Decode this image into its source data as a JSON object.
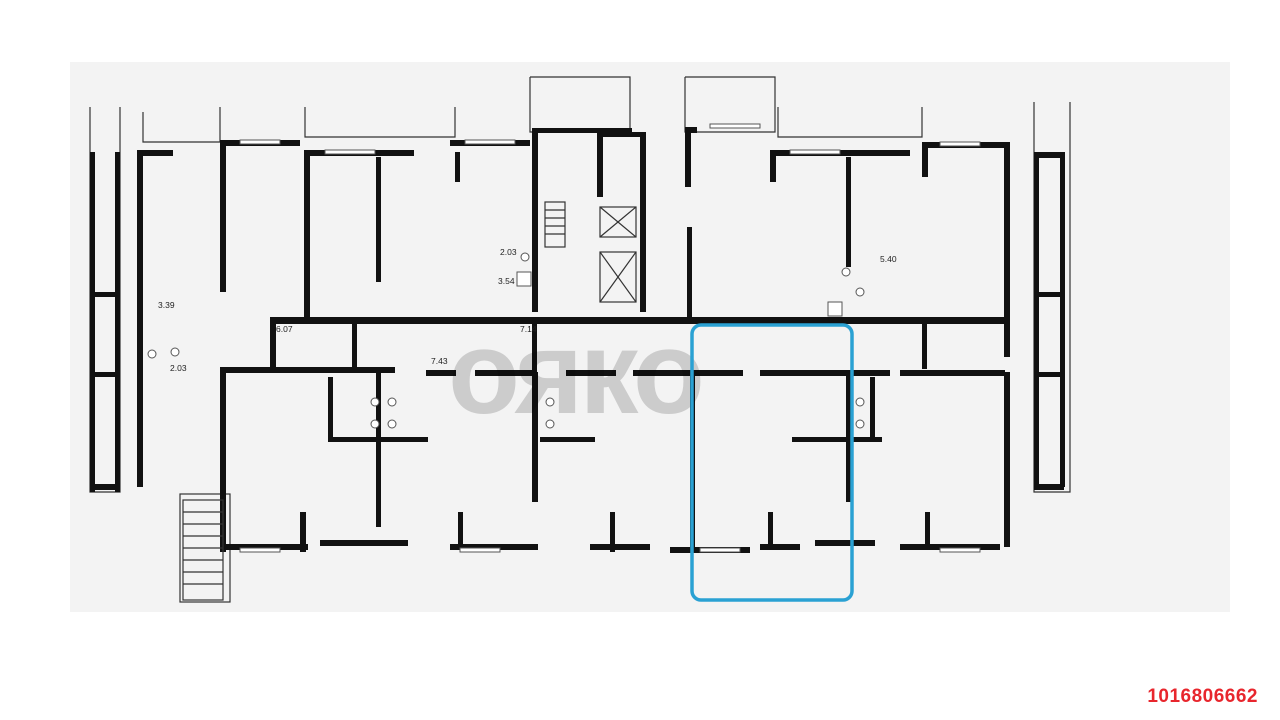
{
  "plan": {
    "area_labels": [
      "2.03",
      "3.54",
      "3.39",
      "2.03",
      "6.07",
      "7.14",
      "7.43",
      "5.40"
    ],
    "watermark": "ояко",
    "highlight_color": "#2aa1d3"
  },
  "listing_id": "1016806662",
  "colors": {
    "listing_id": "#e8262d",
    "background": "#f3f3f3",
    "walls": "#111111"
  }
}
